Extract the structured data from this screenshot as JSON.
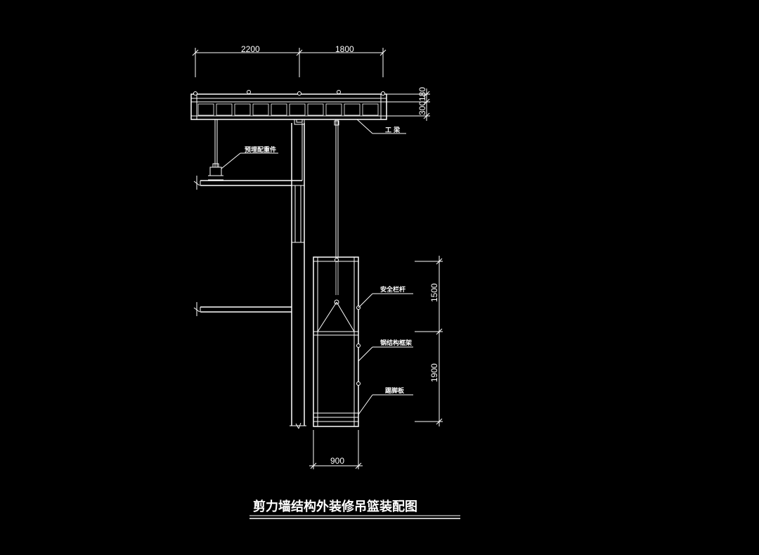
{
  "title": "剪力墙结构外装修吊篮装配图",
  "dimensions": {
    "top_left": "2200",
    "top_right": "1800",
    "beam_height": "300",
    "beam_width": "180",
    "basket_upper": "1500",
    "basket_lower": "1900",
    "basket_width": "900"
  },
  "labels": {
    "beam": "工 梁",
    "counterweight": "预埋配重件",
    "guardrail": "安全栏杆",
    "frame": "钢结构框架",
    "toe_board": "踢脚板"
  },
  "colors": {
    "background": "#000000",
    "line": "#ffffff"
  }
}
